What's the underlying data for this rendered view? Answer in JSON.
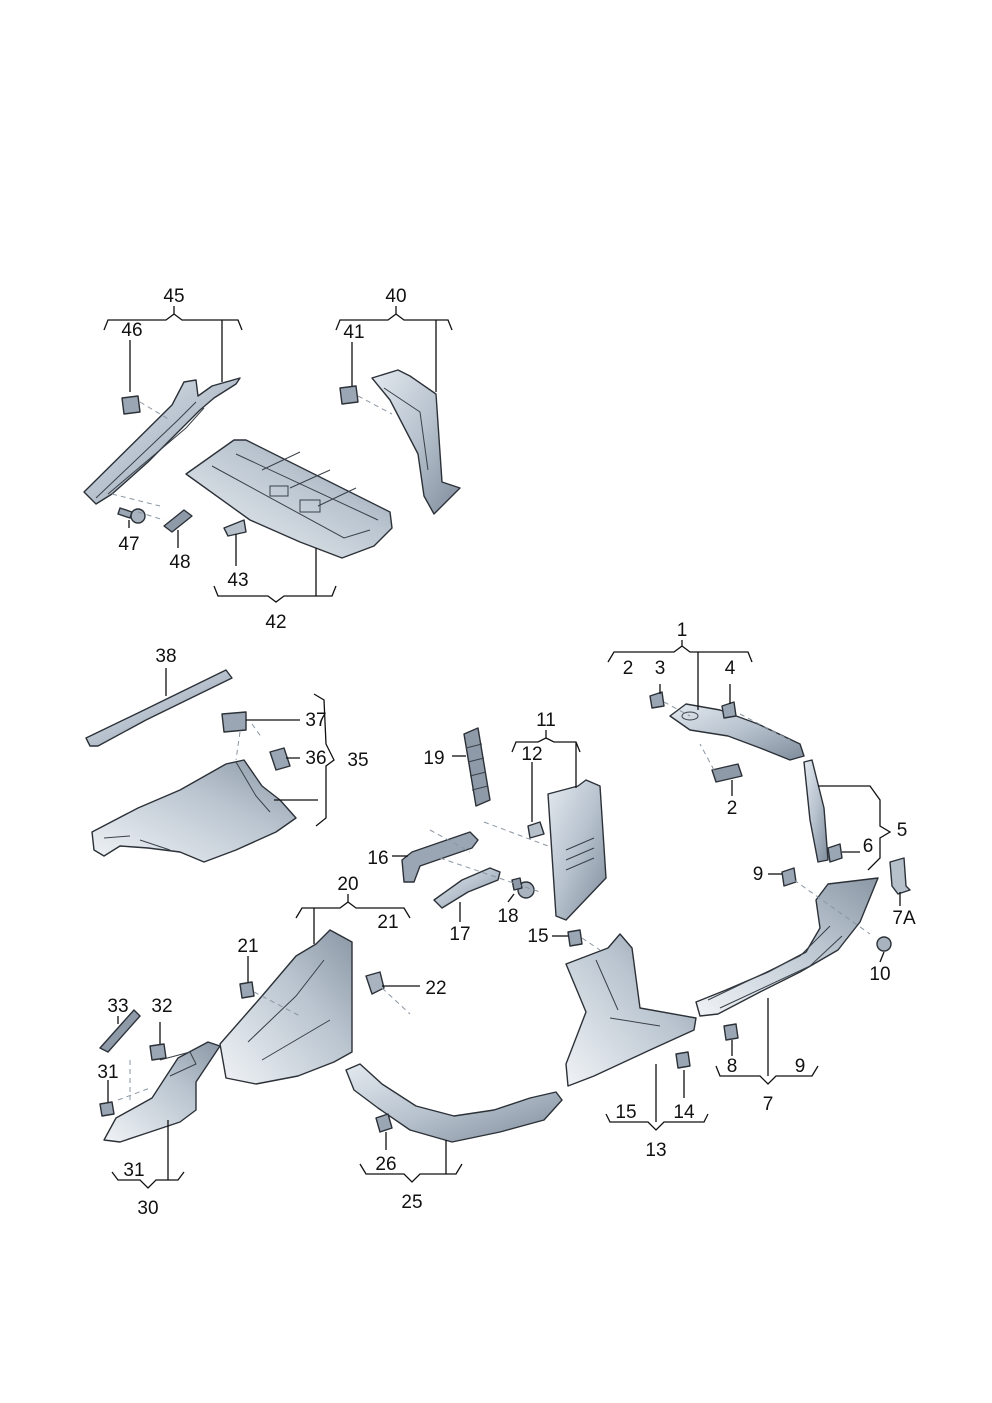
{
  "diagram": {
    "callouts": [
      "45",
      "46",
      "47",
      "48",
      "43",
      "42",
      "40",
      "41",
      "38",
      "37",
      "36",
      "35",
      "1",
      "2",
      "3",
      "4",
      "2",
      "5",
      "6",
      "7A",
      "9",
      "10",
      "8",
      "9",
      "7",
      "11",
      "12",
      "19",
      "16",
      "18",
      "17",
      "15",
      "20",
      "21",
      "21",
      "22",
      "15",
      "14",
      "13",
      "33",
      "32",
      "31",
      "31",
      "30",
      "26",
      "25"
    ]
  },
  "colors": {
    "part_fill": "#c4ced9",
    "part_fill_dark": "#8e9aa8",
    "outline": "#2c3138",
    "leader": "#111111"
  }
}
